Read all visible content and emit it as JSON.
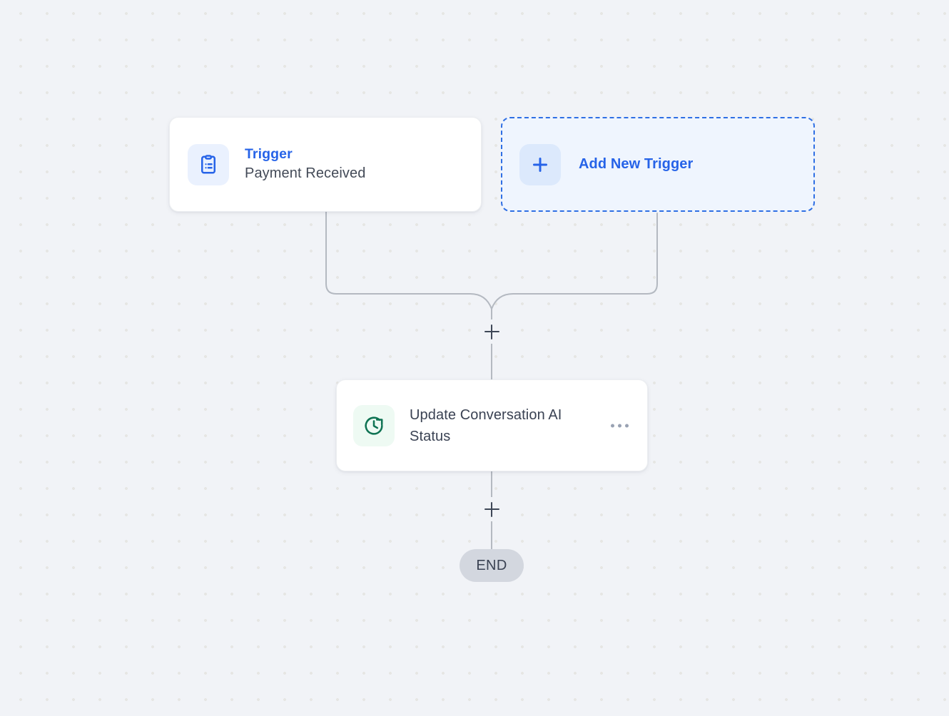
{
  "canvas": {
    "background_color": "#f1f3f7",
    "dot_color": "#e6e6e4"
  },
  "workflow": {
    "trigger_node": {
      "icon": "clipboard-list-icon",
      "label": "Trigger",
      "label_color": "#2663e8",
      "subtitle": "Payment Received",
      "subtitle_color": "#434a57"
    },
    "add_trigger_node": {
      "icon": "plus-icon",
      "label": "Add New Trigger",
      "label_color": "#2663e8",
      "border_color": "#2f6fe4",
      "background_color": "#eff5fe"
    },
    "action_node": {
      "icon": "clock-rotate-icon",
      "icon_color": "#0f7353",
      "icon_background": "#eefaf3",
      "title": "Update Conversation AI Status",
      "title_color": "#3a4253",
      "menu_icon": "more-horizontal-icon"
    },
    "connectors": {
      "add_step_icon": "plus-icon",
      "line_color": "#b4b9c1"
    },
    "end_node": {
      "label": "END",
      "background_color": "#d3d7df",
      "text_color": "#3a4253"
    }
  }
}
